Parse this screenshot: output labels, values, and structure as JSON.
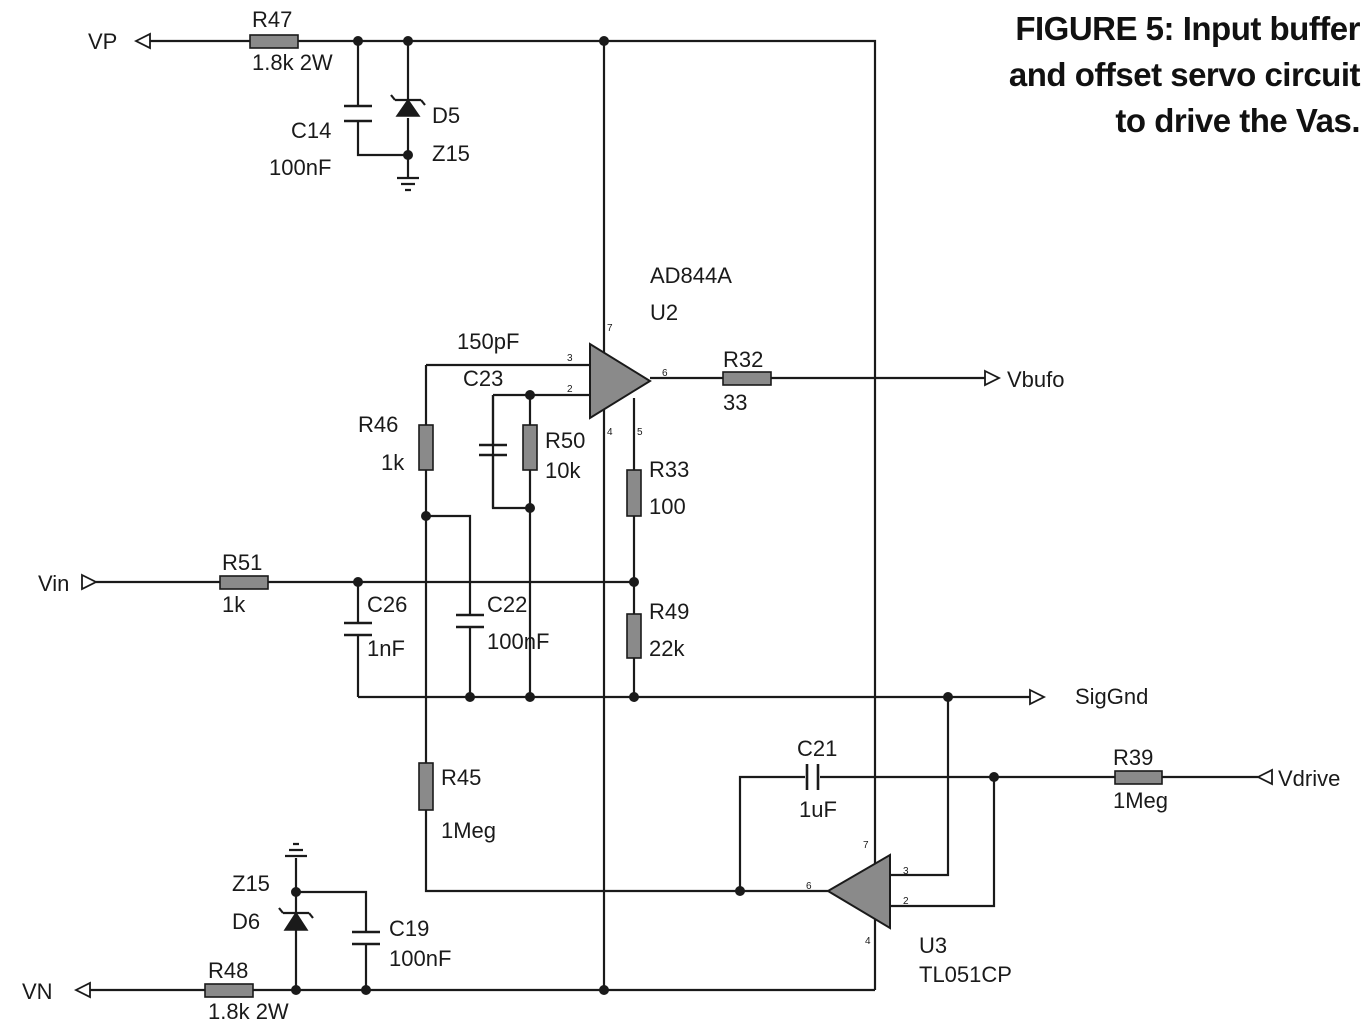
{
  "caption": {
    "figure_label": "FIGURE 5",
    "line1": ": Input buffer",
    "line2": "and offset servo circuit",
    "line3": "to drive the Vas."
  },
  "nets": {
    "vp": "VP",
    "vn": "VN",
    "vin": "Vin",
    "vbufo": "Vbufo",
    "siggnd": "SigGnd",
    "vdrive": "Vdrive"
  },
  "components": {
    "r47": {
      "ref": "R47",
      "value": "1.8k 2W"
    },
    "r48": {
      "ref": "R48",
      "value": "1.8k 2W"
    },
    "c14": {
      "ref": "C14",
      "value": "100nF"
    },
    "d5": {
      "ref": "D5",
      "value": "Z15"
    },
    "d6": {
      "ref": "D6",
      "value": "Z15"
    },
    "c19": {
      "ref": "C19",
      "value": "100nF"
    },
    "u2": {
      "ref": "U2",
      "value": "AD844A"
    },
    "u3": {
      "ref": "U3",
      "value": "TL051CP"
    },
    "r32": {
      "ref": "R32",
      "value": "33"
    },
    "r33": {
      "ref": "R33",
      "value": "100"
    },
    "r46": {
      "ref": "R46",
      "value": "1k"
    },
    "r50": {
      "ref": "R50",
      "value": "10k"
    },
    "c23": {
      "ref": "C23",
      "value": "150pF"
    },
    "r51": {
      "ref": "R51",
      "value": "1k"
    },
    "c26": {
      "ref": "C26",
      "value": "1nF"
    },
    "c22": {
      "ref": "C22",
      "value": "100nF"
    },
    "r49": {
      "ref": "R49",
      "value": "22k"
    },
    "r45": {
      "ref": "R45",
      "value": "1Meg"
    },
    "c21": {
      "ref": "C21",
      "value": "1uF"
    },
    "r39": {
      "ref": "R39",
      "value": "1Meg"
    }
  },
  "pins": {
    "u2_in_plus": "3",
    "u2_in_minus": "2",
    "u2_vplus": "7",
    "u2_vminus": "4",
    "u2_tz": "5",
    "u2_out": "6",
    "u3_out": "6",
    "u3_in_plus": "3",
    "u3_in_minus": "2",
    "u3_vplus": "7",
    "u3_vminus": "4"
  }
}
